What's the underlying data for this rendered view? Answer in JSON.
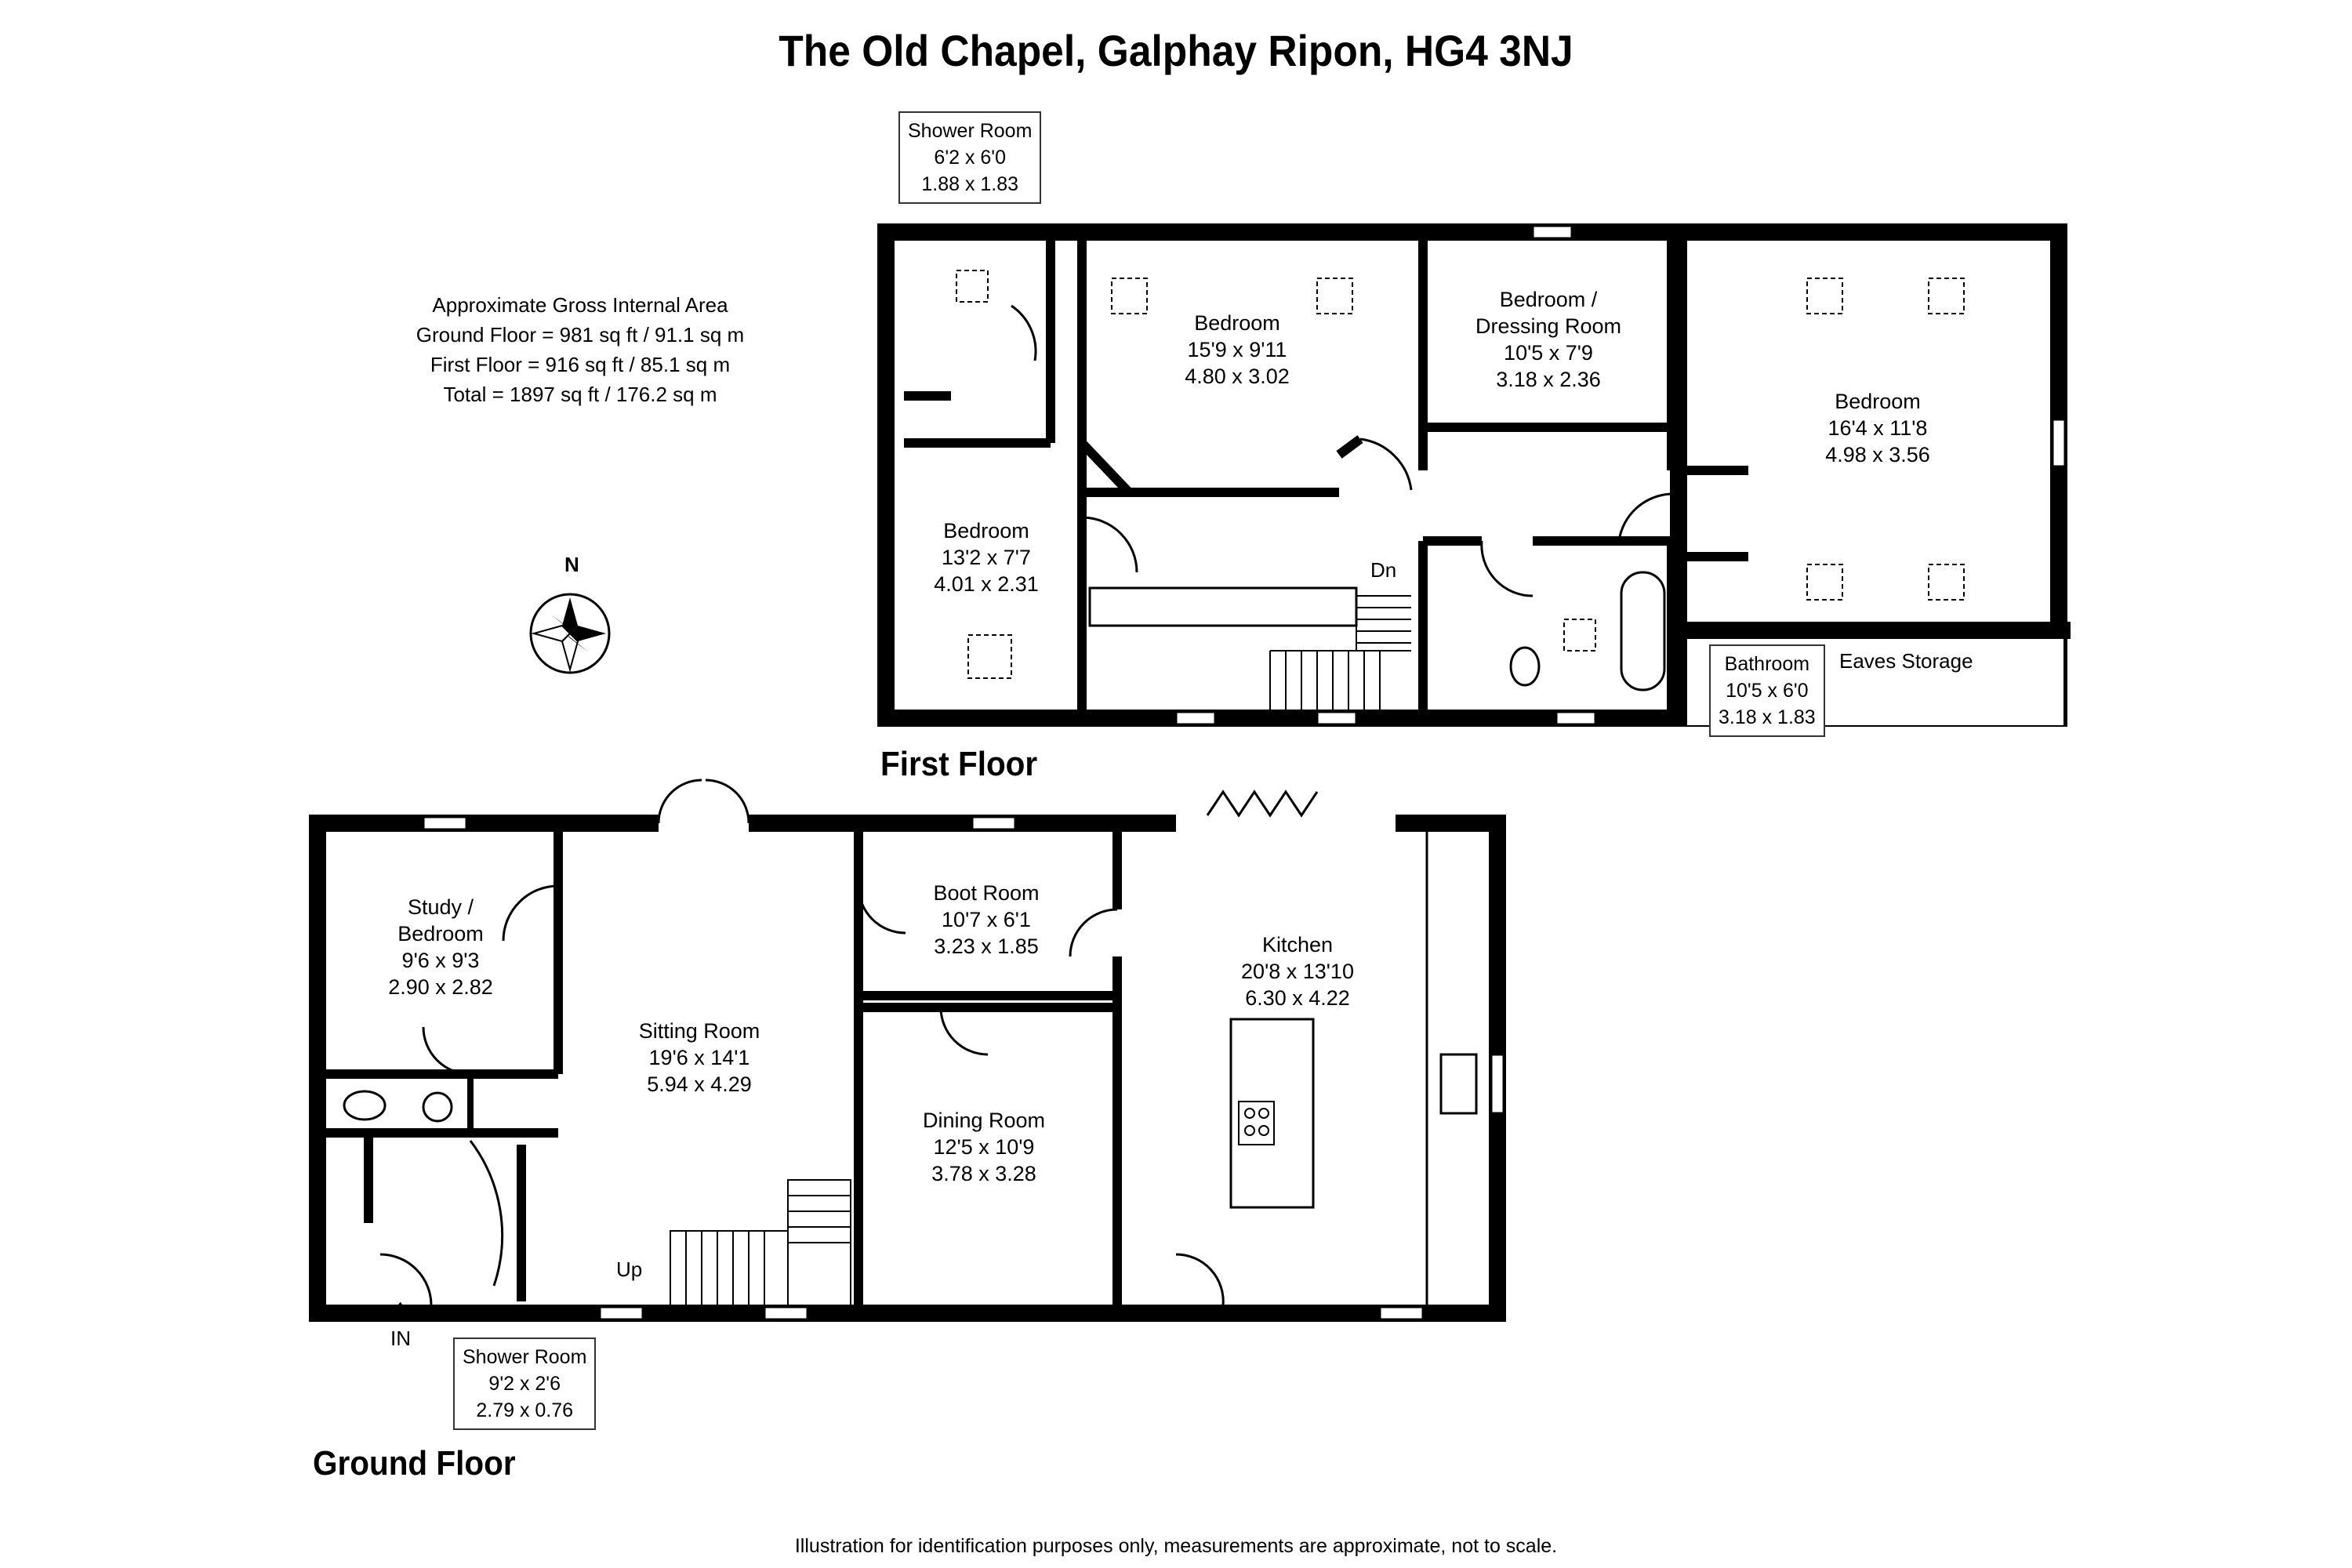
{
  "title": "The Old Chapel, Galphay Ripon, HG4 3NJ",
  "area": {
    "heading": "Approximate Gross Internal Area",
    "ground": "Ground Floor = 981 sq ft / 91.1 sq m",
    "first": "First Floor = 916 sq ft / 85.1 sq m",
    "total": "Total = 1897 sq ft / 176.2 sq m"
  },
  "compass": {
    "label": "N"
  },
  "floors": {
    "first": "First Floor",
    "ground": "Ground Floor"
  },
  "first_floor": {
    "shower_room": {
      "name": "Shower Room",
      "imperial": "6'2 x 6'0",
      "metric": "1.88 x 1.83"
    },
    "bedroom_1": {
      "name": "Bedroom",
      "imperial": "15'9 x 9'11",
      "metric": "4.80 x 3.02"
    },
    "bedroom_dressing": {
      "name1": "Bedroom /",
      "name2": "Dressing Room",
      "imperial": "10'5 x 7'9",
      "metric": "3.18 x 2.36"
    },
    "bedroom_large": {
      "name": "Bedroom",
      "imperial": "16'4 x 11'8",
      "metric": "4.98 x 3.56"
    },
    "bedroom_small": {
      "name": "Bedroom",
      "imperial": "13'2 x 7'7",
      "metric": "4.01 x 2.31"
    },
    "bathroom": {
      "name": "Bathroom",
      "imperial": "10'5 x 6'0",
      "metric": "3.18 x 1.83"
    },
    "eaves": "Eaves Storage",
    "down": "Dn"
  },
  "ground_floor": {
    "study": {
      "name1": "Study /",
      "name2": "Bedroom",
      "imperial": "9'6 x 9'3",
      "metric": "2.90 x 2.82"
    },
    "sitting": {
      "name": "Sitting Room",
      "imperial": "19'6 x 14'1",
      "metric": "5.94 x 4.29"
    },
    "boot": {
      "name": "Boot Room",
      "imperial": "10'7 x 6'1",
      "metric": "3.23 x 1.85"
    },
    "dining": {
      "name": "Dining Room",
      "imperial": "12'5 x 10'9",
      "metric": "3.78 x 3.28"
    },
    "kitchen": {
      "name": "Kitchen",
      "imperial": "20'8 x 13'10",
      "metric": "6.30 x 4.22"
    },
    "shower": {
      "name": "Shower Room",
      "imperial": "9'2 x 2'6",
      "metric": "2.79 x 0.76"
    },
    "up": "Up",
    "entrance": "IN"
  },
  "disclaimer": "Illustration for identification purposes only, measurements are approximate, not to scale."
}
